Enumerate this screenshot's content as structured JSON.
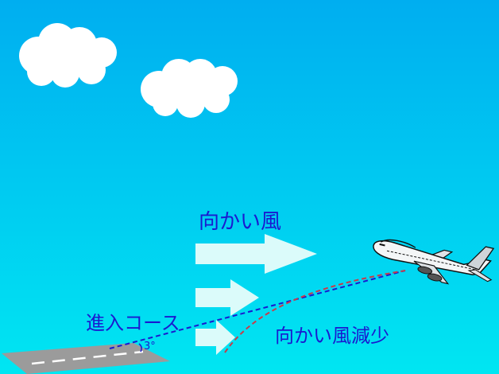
{
  "labels": {
    "headwind": "向かい風",
    "approach_path": "進入コース",
    "angle": "3°",
    "headwind_decrease": "向かい風減少"
  },
  "colors": {
    "sky_top": "#00aef0",
    "sky_bottom": "#00e6f2",
    "arrow_fill": "#dbfbfa",
    "label_text": "#1a1ad0",
    "approach_line": "#1a1ad0",
    "deviation_line": "#c83c4a",
    "runway": "#9b9b9b",
    "runway_marking": "#ffffff",
    "cloud": "#ffffff"
  },
  "icons": [
    "cloud-icon",
    "cloud-icon",
    "airplane-icon",
    "wind-arrow-icon",
    "runway"
  ]
}
